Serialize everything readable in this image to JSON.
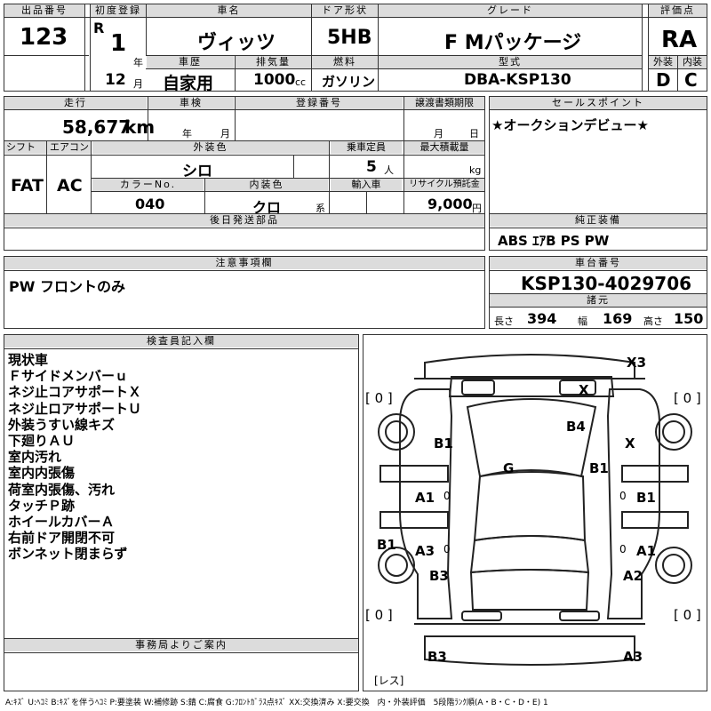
{
  "headers": {
    "lot_no": "出品番号",
    "first_reg": "初度登録",
    "car_name": "車名",
    "door_type": "ドア形状",
    "grade": "グレード",
    "score": "評価点",
    "history": "車歴",
    "displacement": "排気量",
    "fuel": "燃料",
    "model_code": "型式",
    "exterior": "外装",
    "interior": "内装",
    "mileage": "走行",
    "inspection": "車検",
    "reg_no": "登録番号",
    "transfer_deadline": "譲渡書類期限",
    "sales_point": "セールスポイント",
    "shift": "シフト",
    "aircon": "エアコン",
    "ext_color": "外装色",
    "capacity": "乗車定員",
    "max_load": "最大積載量",
    "color_no": "カラーNo.",
    "int_color": "内装色",
    "import": "輸入車",
    "recycle": "リサイクル預託金",
    "later_parts": "後日発送部品",
    "genuine_equip": "純正装備",
    "notes": "注意事項欄",
    "chassis_no": "車台番号",
    "specs": "諸元",
    "inspector_notes": "検査員記入欄",
    "office_notice": "事務局よりご案内"
  },
  "vehicle": {
    "lot_number": "123",
    "reg_era": "R",
    "reg_year": "1",
    "year_suffix": "年",
    "reg_month": "12",
    "month_suffix": "月",
    "car_name": "ヴィッツ",
    "door_type": "5HB",
    "grade": "F Mパッケージ",
    "score": "RA",
    "history": "自家用",
    "displacement": "1000",
    "cc_unit": "cc",
    "fuel": "ガソリン",
    "model_code": "DBA-KSP130",
    "exterior_grade": "D",
    "interior_grade": "C",
    "mileage": "58,677",
    "mileage_unit": "km",
    "inspection_year_suffix": "年",
    "inspection_month_suffix": "月",
    "transfer_month_suffix": "月",
    "transfer_day_suffix": "日",
    "sales_point": "★オークションデビュー★",
    "shift": "FAT",
    "aircon": "AC",
    "ext_color": "シロ",
    "capacity": "5",
    "capacity_unit": "人",
    "load_unit": "kg",
    "color_no": "040",
    "int_color": "クロ",
    "int_color_suffix": "系",
    "recycle_fee": "9,000",
    "recycle_unit": "円",
    "genuine_equipment": "ABS ｴｱB PS PW",
    "notes": "PW フロントのみ",
    "chassis_number": "KSP130-4029706",
    "length_label": "長さ",
    "length": "394",
    "width_label": "幅",
    "width": "169",
    "height_label": "高さ",
    "height": "150"
  },
  "inspector_notes": [
    "現状車",
    "Ｆサイドメンバーｕ",
    "ネジ止コアサポートＸ",
    "ネジ止ロアサポートＵ",
    "外装うすい線キズ",
    "下廻りＡＵ",
    "室内汚れ",
    "室内内張傷",
    "荷室内張傷、汚れ",
    "タッチＰ跡",
    "ホイールカバーＡ",
    "右前ドア開閉不可",
    "ボンネット閉まらず"
  ],
  "diagram_marks": {
    "x3_top": "X3",
    "x_front": "X",
    "b4": "B4",
    "b1_left_fender": "B1",
    "x_right_fender": "X",
    "g_roof": "G",
    "b1_right": "B1",
    "a1_left_door": "A1",
    "b1_right_door": "B1",
    "b1_left_side": "B1",
    "a3_left": "A3",
    "a1_right": "A1",
    "b3_left": "B3",
    "a2_right": "A2",
    "b3_bottom": "B3",
    "a3_bottom": "A3",
    "tire_fl": "[ 0 ]",
    "tire_fr": "[ 0 ]",
    "tire_rl": "[ 0 ]",
    "tire_rr": "[ 0 ]",
    "spare": "[レス]",
    "zero_marks": [
      "0",
      "0",
      "0",
      "0"
    ]
  },
  "legend": "A:ｷｽﾞ U:ﾍｺﾐ B:ｷｽﾞを伴うﾍｺﾐ P:要塗装 W:補修跡 S:錆 C:腐食 G:ﾌﾛﾝﾄｶﾞﾗｽ点ｷｽﾞ XX:交換済み X:要交換　内・外装評価　5段階ﾗﾝｸ順(A・B・C・D・E) 1"
}
